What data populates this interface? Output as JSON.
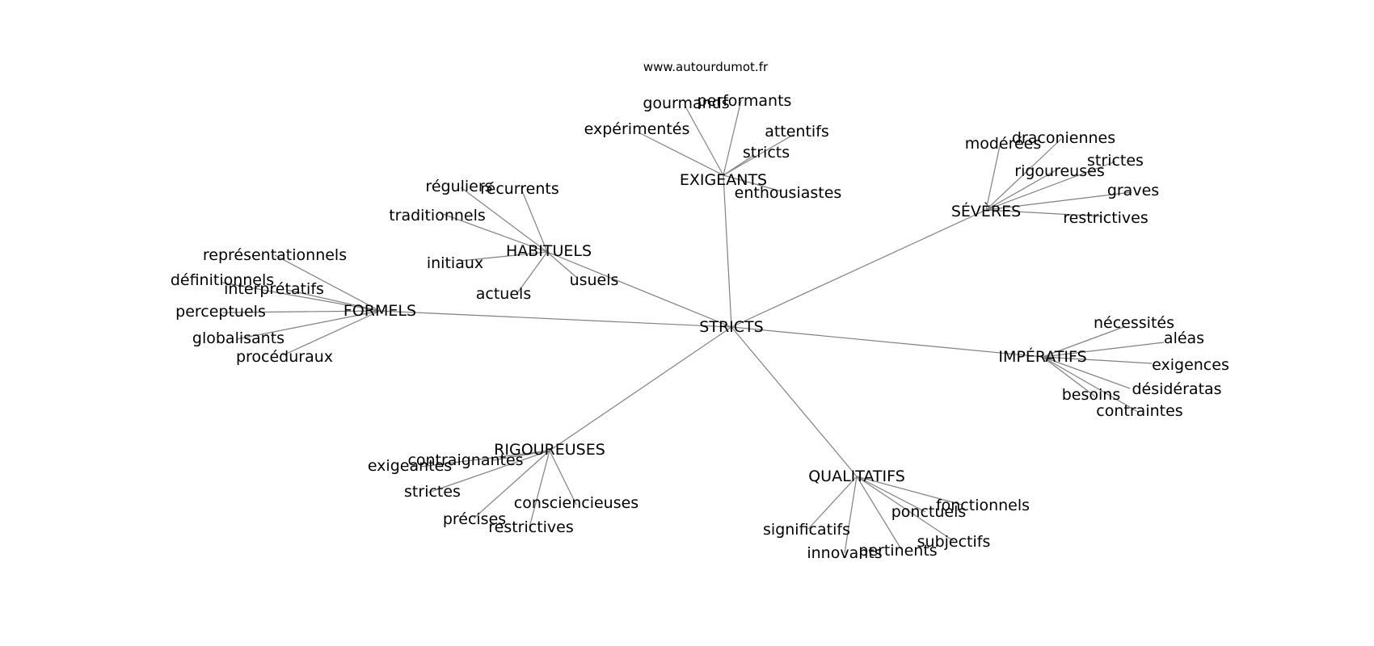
{
  "source_text": "www.autourdumot.fr",
  "colors": {
    "edge": "#808080",
    "text": "#000000",
    "background": "#ffffff"
  },
  "center": "STRICTS",
  "clusters": [
    {
      "label": "EXIGEANTS",
      "leaves": [
        "gourmands",
        "performants",
        "expérimentés",
        "attentifs",
        "stricts",
        "enthousiastes"
      ]
    },
    {
      "label": "SÉVÈRES",
      "leaves": [
        "modérées",
        "draconiennes",
        "strictes",
        "rigoureuses",
        "graves",
        "restrictives"
      ]
    },
    {
      "label": "HABITUELS",
      "leaves": [
        "réguliers",
        "récurrents",
        "traditionnels",
        "initiaux",
        "actuels",
        "usuels"
      ]
    },
    {
      "label": "FORMELS",
      "leaves": [
        "représentationnels",
        "définitionnels",
        "interprétatifs",
        "perceptuels",
        "globalisants",
        "procéduraux"
      ]
    },
    {
      "label": "IMPÉRATIFS",
      "leaves": [
        "nécessités",
        "aléas",
        "exigences",
        "désidératas",
        "besoins",
        "contraintes"
      ]
    },
    {
      "label": "RIGOUREUSES",
      "leaves": [
        "contraignantes",
        "exigeantes",
        "strictes",
        "consciencieuses",
        "précises",
        "restrictives"
      ]
    },
    {
      "label": "QUALITATIFS",
      "leaves": [
        "fonctionnels",
        "ponctuels",
        "significatifs",
        "subjectifs",
        "innovants",
        "pertinents"
      ]
    }
  ]
}
